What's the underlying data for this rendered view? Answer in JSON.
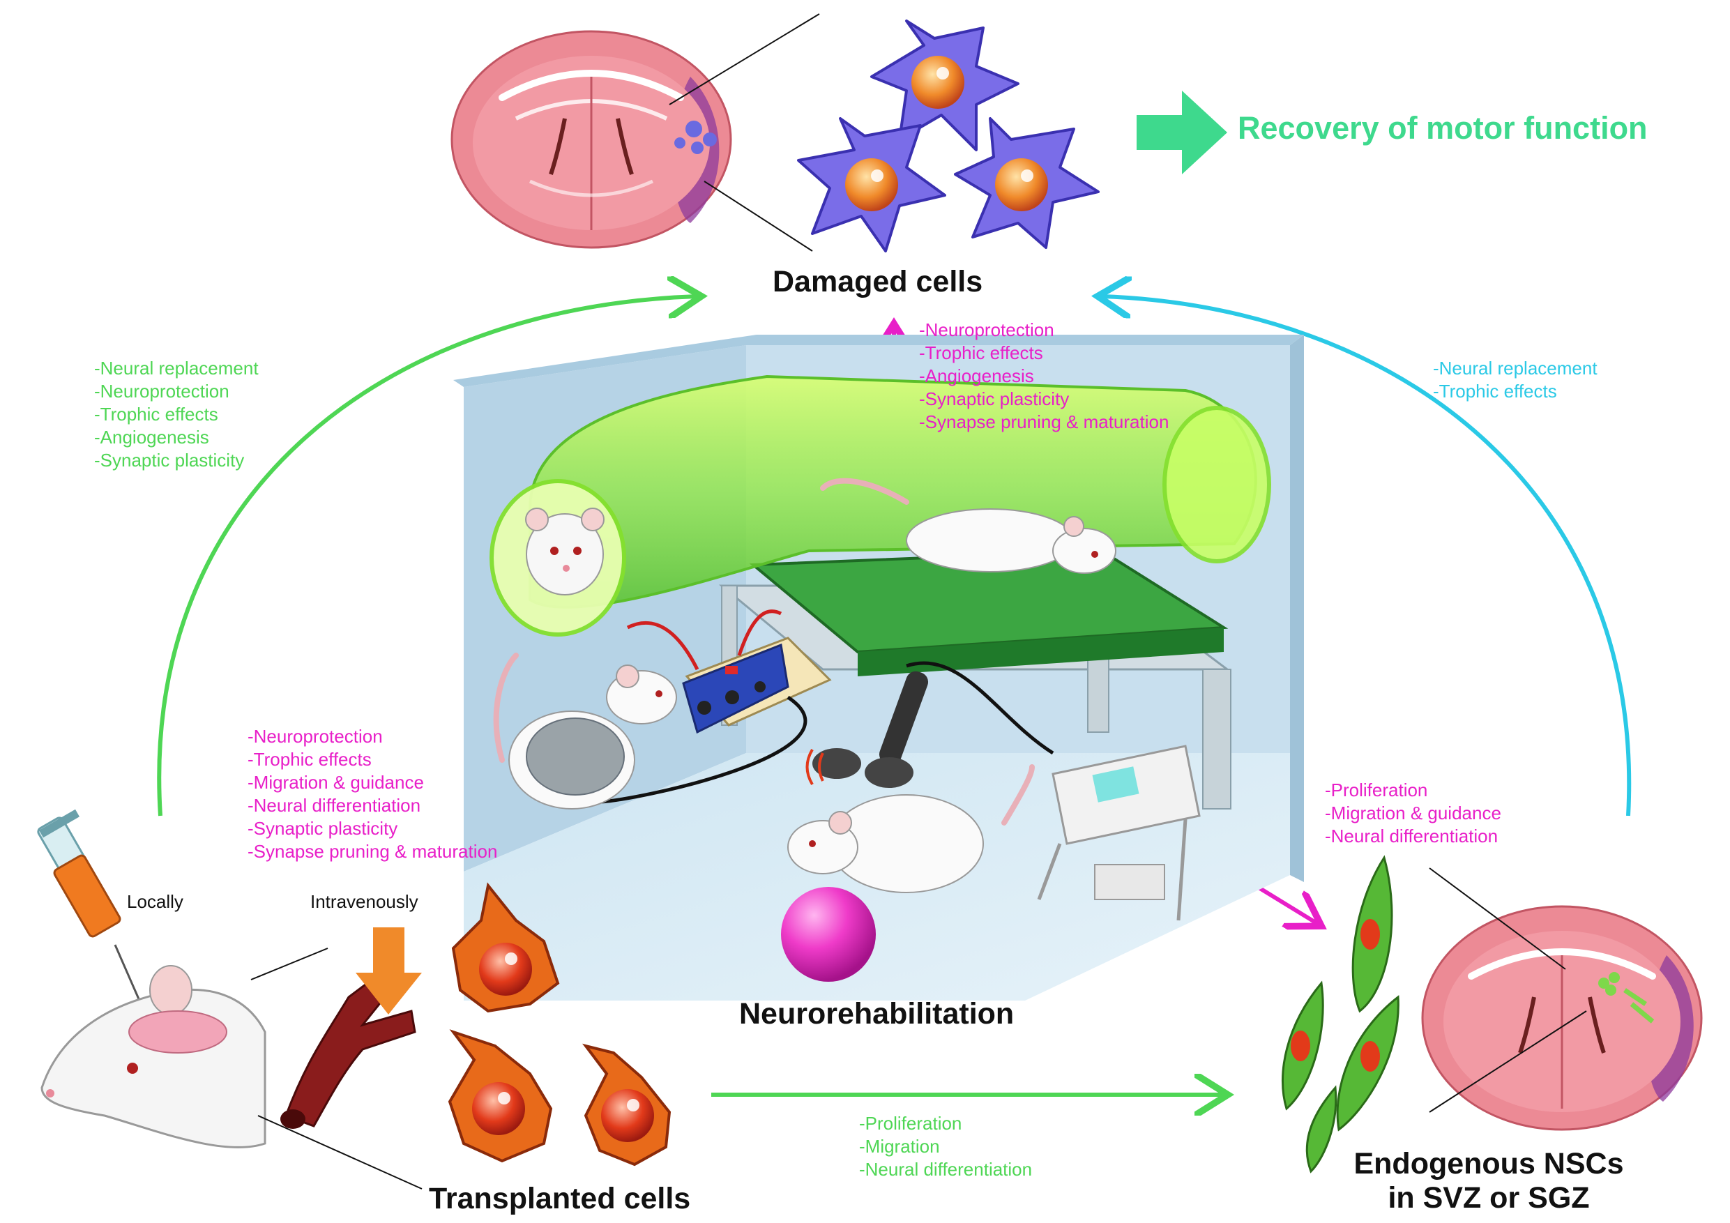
{
  "titles": {
    "damaged": "Damaged cells",
    "neurorehab": "Neurorehabilitation",
    "transplanted": "Transplanted cells",
    "endogenous_line1": "Endogenous NSCs",
    "endogenous_line2": "in SVZ or SGZ"
  },
  "outcome": "Recovery of motor function",
  "delivery": {
    "locally": "Locally",
    "intravenously": "Intravenously"
  },
  "lists": {
    "transplant_to_damaged": [
      "-Neural replacement",
      "-Neuroprotection",
      "-Trophic effects",
      "-Angiogenesis",
      "-Synaptic plasticity"
    ],
    "endogenous_to_damaged": [
      "-Neural replacement",
      "-Trophic effects"
    ],
    "rehab_to_damaged": [
      "-Neuroprotection",
      "-Trophic effects",
      "-Angiogenesis",
      "-Synaptic plasticity",
      "-Synapse pruning & maturation"
    ],
    "rehab_to_transplanted": [
      "-Neuroprotection",
      "-Trophic effects",
      "-Migration & guidance",
      "-Neural differentiation",
      "-Synaptic plasticity",
      "-Synapse pruning & maturation"
    ],
    "rehab_to_endogenous": [
      "-Proliferation",
      "-Migration & guidance",
      "-Neural differentiation"
    ],
    "transplanted_to_endogenous": [
      "-Proliferation",
      "-Migration",
      "-Neural differentiation"
    ]
  },
  "colors": {
    "pink_arrows": "#e81fc8",
    "green_arrows": "#4ed654",
    "cyan_arrows": "#2ac9e6",
    "outcome_green": "#3ed98d",
    "brain_pink": "#e8707e",
    "damaged_cell_blue": "#5a5ad6",
    "transplanted_orange": "#e8601a",
    "nsc_green": "#4aa832"
  },
  "icons": [
    "brain-section",
    "neuron-cell",
    "syringe",
    "rat",
    "blood-vessel",
    "treadmill",
    "tunnel",
    "stimulator",
    "ball",
    "nsc-cell"
  ]
}
